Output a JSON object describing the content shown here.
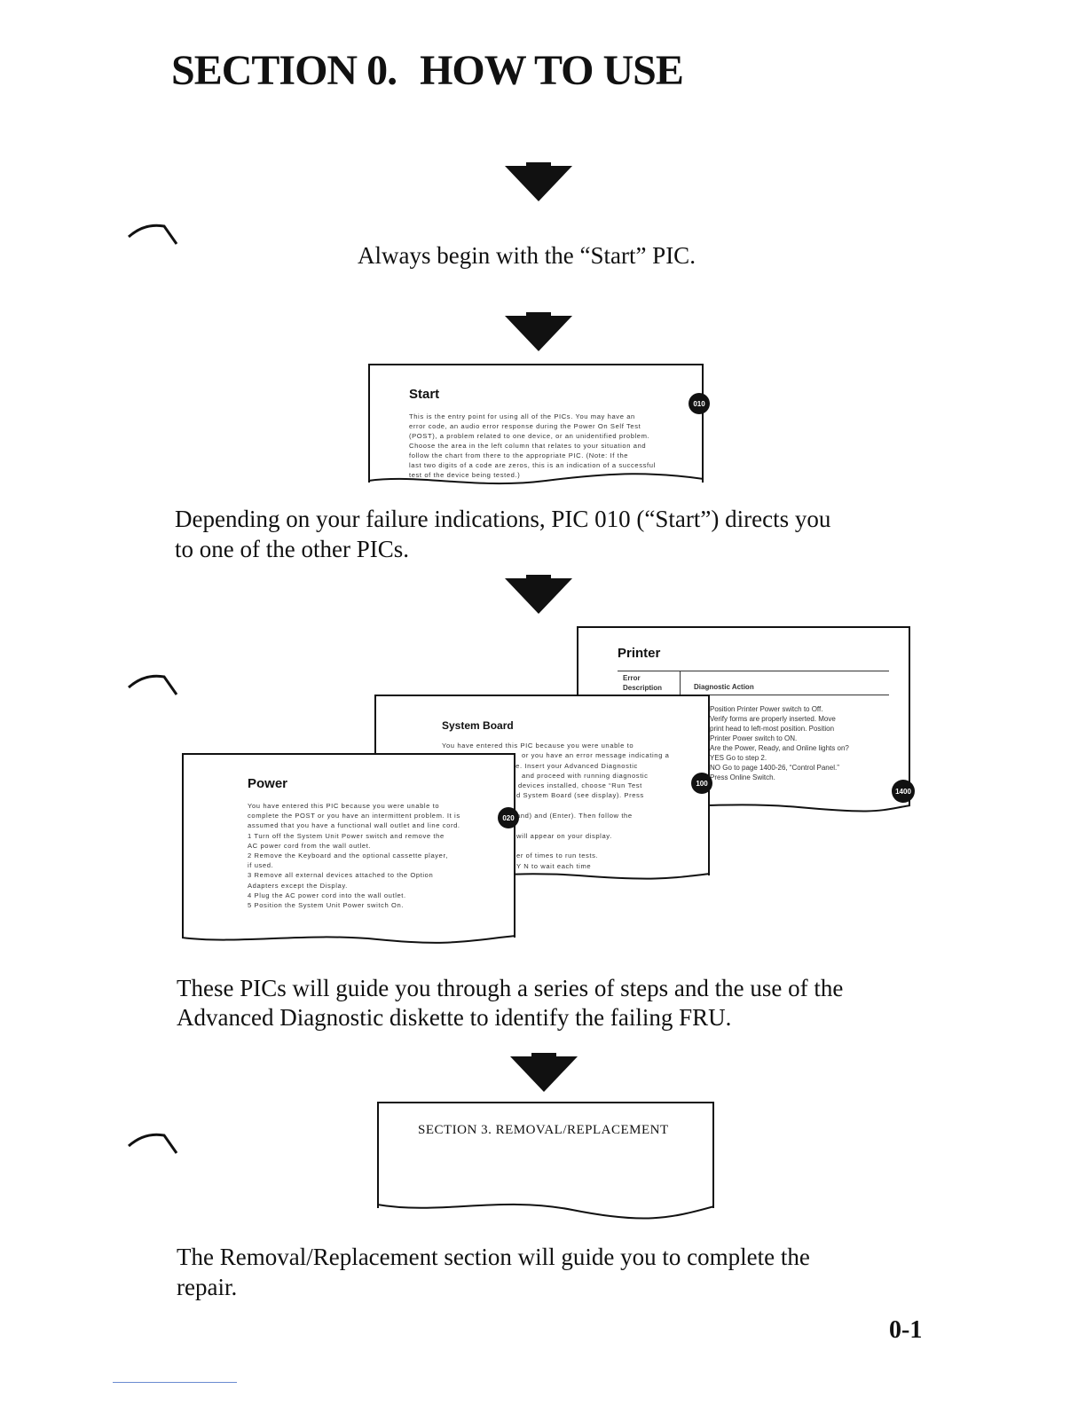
{
  "page": {
    "title_left": "SECTION 0.",
    "title_right": "HOW TO USE",
    "page_number": "0-1"
  },
  "steps": {
    "step1": "Always begin with the “Start” PIC.",
    "step2_line1": "Depending on your failure indications, PIC 010 (“Start”) directs you",
    "step2_line2": "to one of the other PICs.",
    "step3_line1": "These PICs will guide you through a series of steps and the use of the",
    "step3_line2": "Advanced Diagnostic diskette to identify the failing FRU.",
    "step4_line1": "The Removal/Replacement section will guide you to complete the",
    "step4_line2": "repair."
  },
  "cards": {
    "start": {
      "title": "Start",
      "badge": "010",
      "lines": [
        "This is the entry point for using all of the PICs. You may have an",
        "error code, an audio error response during the Power On Self Test",
        "(POST), a problem related to one device, or an unidentified problem.",
        "Choose the area in the left column that relates to your situation and",
        "follow the chart from there to the appropriate PIC. (Note: If the",
        "last two digits of a code are zeros, this is an indication of a successful",
        "test of the device being tested.)"
      ]
    },
    "printer": {
      "title": "Printer",
      "badge": "1400",
      "col1_head": "Error Description",
      "col2_head": "Diagnostic Action",
      "lines": [
        "Position Printer Power switch to Off.",
        "Verify forms are properly inserted. Move",
        "print head to left-most position. Position",
        "Printer Power switch to ON.",
        "Are the Power, Ready, and Online lights on?",
        "YES  Go to step 2.",
        "NO   Go to page 1400-26, “Control Panel.”",
        "Press Online Switch."
      ]
    },
    "system_board": {
      "title": "System Board",
      "badge": "100",
      "lines": [
        "You have entered this PIC because you were unable to",
        "or you have an error message indicating a",
        "re. Insert your Advanced Diagnostic",
        "and proceed with running diagnostic",
        "devices installed, choose “Run Test",
        "d System Board (see display). Press",
        "",
        "and) and      (Enter). Then follow the",
        "",
        "will appear on your display.",
        "",
        "er of times to run tests.",
        "Y N to wait each time"
      ]
    },
    "power": {
      "title": "Power",
      "badge": "020",
      "lines": [
        "You have entered this PIC because you were unable to",
        "complete the POST or you have an intermittent problem. It is",
        "assumed that you have a functional wall outlet and line cord.",
        "1   Turn off the System Unit Power switch and remove the",
        "     AC power cord from the wall outlet.",
        "2   Remove the Keyboard and the optional cassette player,",
        "     if used.",
        "3   Remove all external devices attached to the Option",
        "     Adapters except the Display.",
        "4   Plug the AC power cord into the wall outlet.",
        "5   Position the System Unit Power switch On."
      ]
    },
    "removal": {
      "title": "SECTION 3. REMOVAL/REPLACEMENT"
    }
  },
  "icons": {
    "arrow": "down-arrow-icon",
    "hook": "pointer-hook-icon"
  },
  "colors": {
    "ink": "#111111",
    "footer_line": "#6a8bd0"
  }
}
